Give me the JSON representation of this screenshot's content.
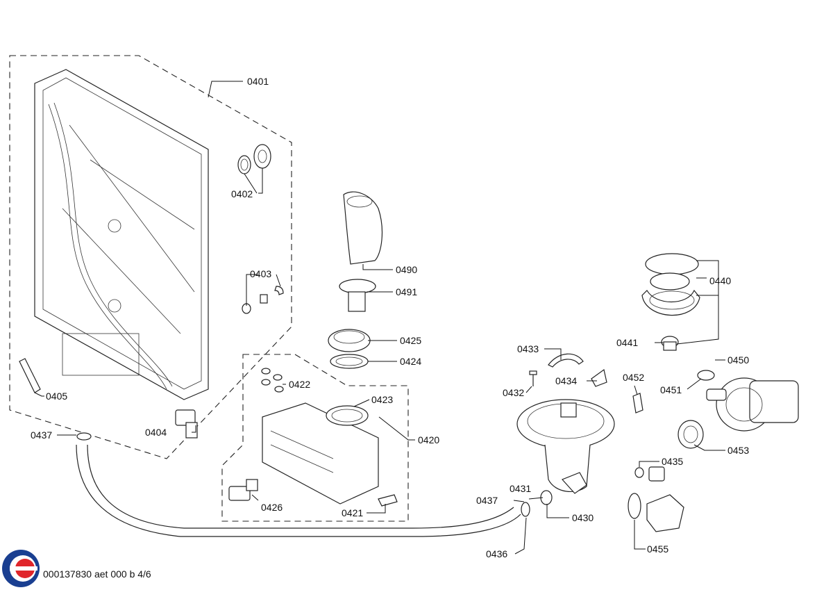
{
  "drawing_reference": "000137830 aet 000 b 4/6",
  "logo_colors": {
    "blue": "#1a3f91",
    "red": "#e0262b"
  },
  "callouts": {
    "c0401": "0401",
    "c0402": "0402",
    "c0403": "0403",
    "c0404": "0404",
    "c0405": "0405",
    "c0437a": "0437",
    "c0437b": "0437",
    "c0436": "0436",
    "c0490": "0490",
    "c0491": "0491",
    "c0425": "0425",
    "c0424": "0424",
    "c0422": "0422",
    "c0423": "0423",
    "c0420": "0420",
    "c0426": "0426",
    "c0421": "0421",
    "c0433": "0433",
    "c0432": "0432",
    "c0434": "0434",
    "c0431": "0431",
    "c0430": "0430",
    "c0452": "0452",
    "c0440": "0440",
    "c0441": "0441",
    "c0450": "0450",
    "c0451": "0451",
    "c0453": "0453",
    "c0435": "0435",
    "c0455": "0455"
  }
}
